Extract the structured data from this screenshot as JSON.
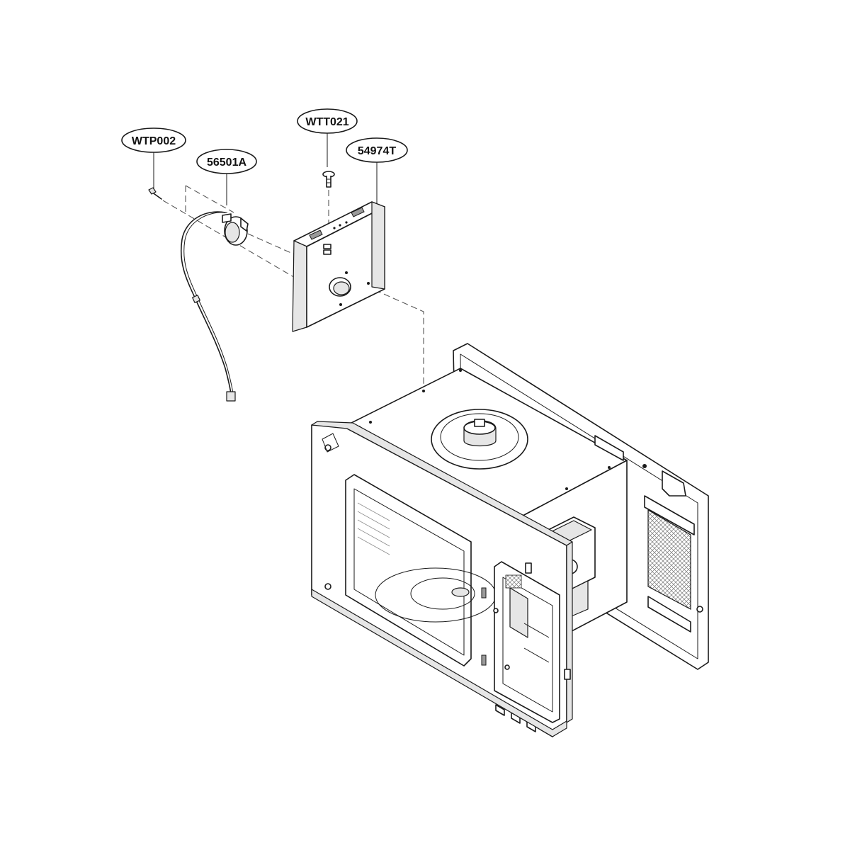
{
  "callouts": [
    {
      "id": "wtp002",
      "label": "WTP002"
    },
    {
      "id": "56501a",
      "label": "56501A"
    },
    {
      "id": "wtt021",
      "label": "WTT021"
    },
    {
      "id": "54974t",
      "label": "54974T"
    }
  ]
}
